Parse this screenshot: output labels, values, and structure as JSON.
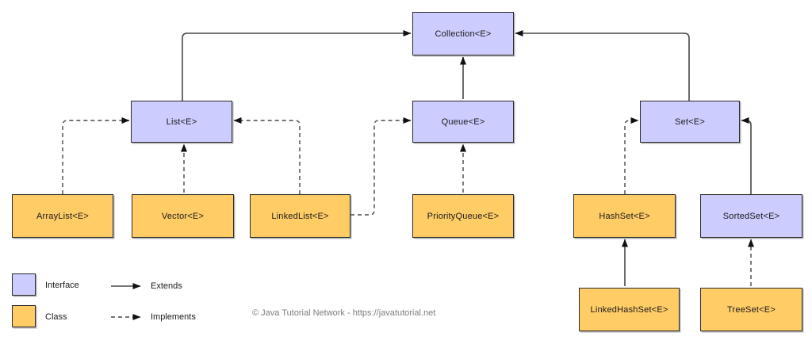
{
  "diagram": {
    "subject": "Java Collections Framework hierarchy",
    "background": "#ffffff"
  },
  "nodes": {
    "collection": {
      "label": "Collection<E>",
      "type": "interface"
    },
    "list": {
      "label": "List<E>",
      "type": "interface"
    },
    "queue": {
      "label": "Queue<E>",
      "type": "interface"
    },
    "set": {
      "label": "Set<E>",
      "type": "interface"
    },
    "arraylist": {
      "label": "ArrayList<E>",
      "type": "class"
    },
    "vector": {
      "label": "Vector<E>",
      "type": "class"
    },
    "linkedlist": {
      "label": "LinkedList<E>",
      "type": "class"
    },
    "priorityqueue": {
      "label": "PriorityQueue<E>",
      "type": "class"
    },
    "hashset": {
      "label": "HashSet<E>",
      "type": "class"
    },
    "sortedset": {
      "label": "SortedSet<E>",
      "type": "interface"
    },
    "linkedhashset": {
      "label": "LinkedHashSet<E>",
      "type": "class"
    },
    "treeset": {
      "label": "TreeSet<E>",
      "type": "class"
    }
  },
  "edges": [
    {
      "from": "List<E>",
      "to": "Collection<E>",
      "relation": "extends"
    },
    {
      "from": "Queue<E>",
      "to": "Collection<E>",
      "relation": "extends"
    },
    {
      "from": "Set<E>",
      "to": "Collection<E>",
      "relation": "extends"
    },
    {
      "from": "ArrayList<E>",
      "to": "List<E>",
      "relation": "implements"
    },
    {
      "from": "Vector<E>",
      "to": "List<E>",
      "relation": "implements"
    },
    {
      "from": "LinkedList<E>",
      "to": "List<E>",
      "relation": "implements"
    },
    {
      "from": "LinkedList<E>",
      "to": "Queue<E>",
      "relation": "implements"
    },
    {
      "from": "PriorityQueue<E>",
      "to": "Queue<E>",
      "relation": "implements"
    },
    {
      "from": "HashSet<E>",
      "to": "Set<E>",
      "relation": "implements"
    },
    {
      "from": "SortedSet<E>",
      "to": "Set<E>",
      "relation": "extends"
    },
    {
      "from": "LinkedHashSet<E>",
      "to": "HashSet<E>",
      "relation": "extends"
    },
    {
      "from": "TreeSet<E>",
      "to": "SortedSet<E>",
      "relation": "implements"
    }
  ],
  "legend": {
    "interface_label": "Interface",
    "class_label": "Class",
    "extends_label": "Extends",
    "implements_label": "Implements"
  },
  "colors": {
    "interface_fill": "#ccccff",
    "class_fill": "#ffcc66",
    "border": "#2a2a2a",
    "line": "#474747",
    "arrowhead": "#111111",
    "copyright_text": "#7c7c7c"
  },
  "footer": {
    "copyright": "© Java Tutorial Network - https://javatutorial.net"
  }
}
